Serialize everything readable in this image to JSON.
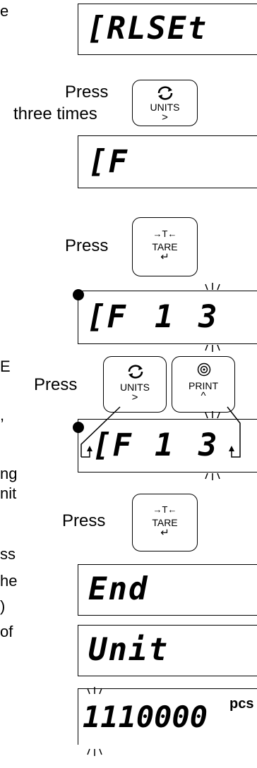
{
  "left_fragments": [
    "e",
    "E",
    ",",
    "ng",
    "nit",
    "ss",
    "he",
    ")",
    "of"
  ],
  "displays": {
    "d1": "[RLSEt",
    "d2": "[F",
    "d3_left": "[F",
    "d3_mid": "1",
    "d3_right": "3",
    "d4_left": "[F",
    "d4_mid": "1",
    "d4_right": "3",
    "d5": "End",
    "d6": "Unit",
    "d7_value": "1110000",
    "d7_unit": "pcs"
  },
  "instructions": {
    "press_three_line1": "Press",
    "press_three_line2": "three times",
    "press": "Press"
  },
  "keys": {
    "units": "UNITS",
    "units_arrow": ">",
    "tare_top": "→T←",
    "tare": "TARE",
    "tare_arrow": "↵",
    "print": "PRINT",
    "print_arrow": "^"
  },
  "icons": {
    "cycle": "cycle-arrows-icon",
    "enter": "enter-arrow-icon",
    "print": "print-target-icon",
    "stable": "stable-dot-icon",
    "blink": "blink-rays-icon"
  }
}
